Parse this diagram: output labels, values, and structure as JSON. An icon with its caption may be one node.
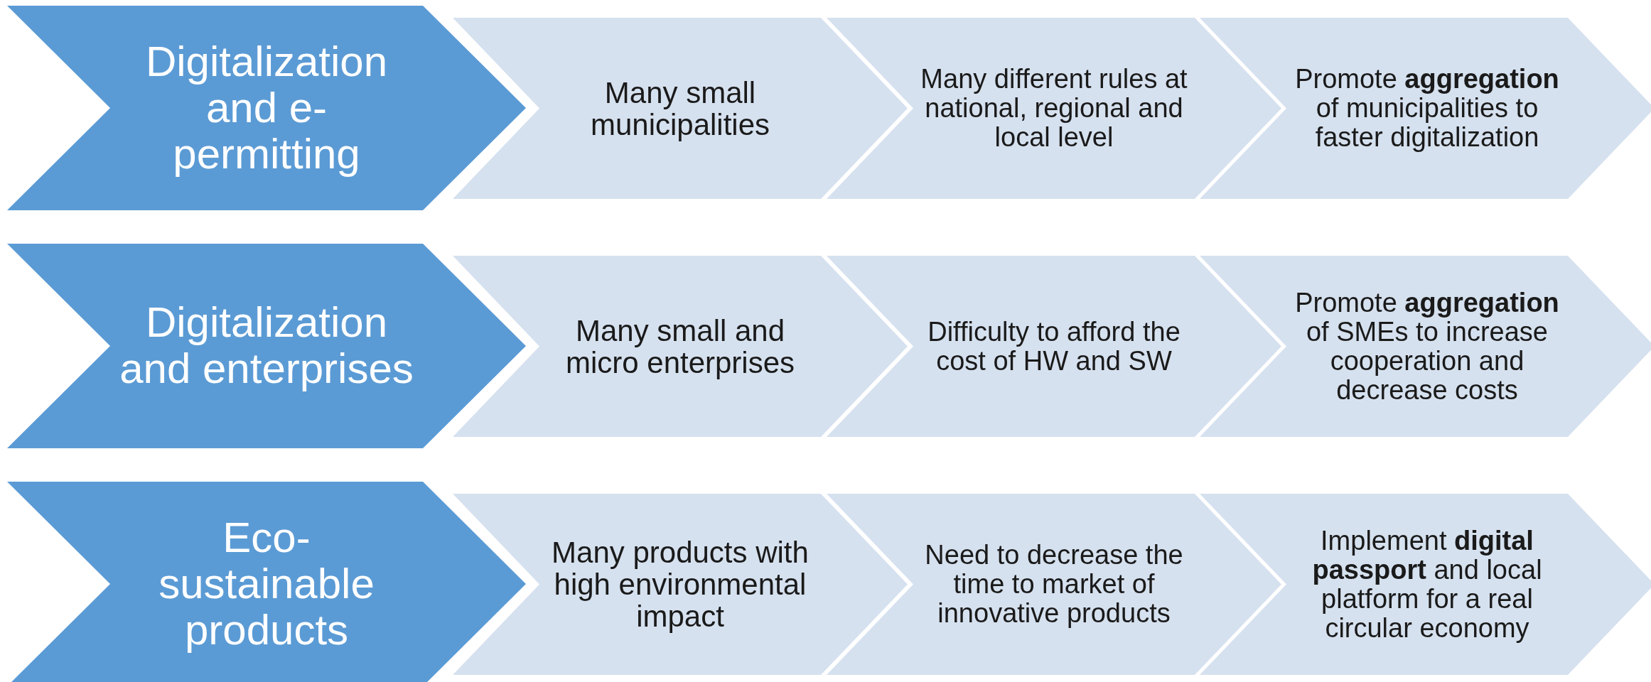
{
  "diagram": {
    "nodes": [
      {
        "text": [
          "Digitalization and e-permitting"
        ]
      },
      {
        "text": [
          "Many small municipalities"
        ]
      },
      {
        "text": [
          "Many different rules at national, regional and local level"
        ]
      },
      {
        "text": [
          "Promote **aggregation** of municipalities to faster digitalization"
        ]
      },
      {
        "text": [
          "Digitalization and enterprises"
        ]
      },
      {
        "text": [
          "Many small and micro enterprises"
        ]
      },
      {
        "text": [
          "Difficulty to afford the cost of HW and SW"
        ]
      },
      {
        "text": [
          "Promote **aggregation** of SMEs to increase cooperation and decrease costs"
        ]
      },
      {
        "text": [
          "Eco-sustainable products"
        ]
      },
      {
        "text": [
          "Many products with high environmental impact"
        ]
      },
      {
        "text": [
          "Need to decrease the time to market of innovative products"
        ]
      },
      {
        "text": [
          "Implement **digital passport** and local platform for a real circular economy"
        ]
      }
    ],
    "edges": []
  }
}
